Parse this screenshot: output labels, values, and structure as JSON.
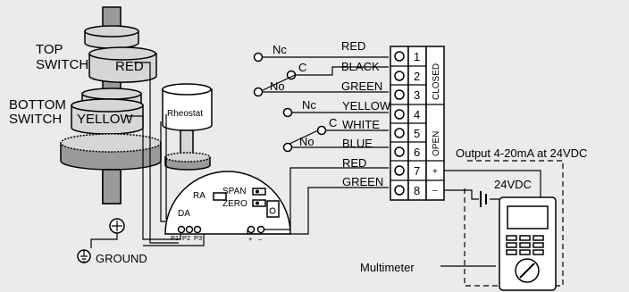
{
  "switches": {
    "top_label_line1": "TOP",
    "top_label_line2": "SWITCH",
    "top_color": "RED",
    "bottom_label_line1": "BOTTOM",
    "bottom_label_line2": "SWITCH",
    "bottom_color": "YELLOW",
    "rheostat": "Rheostat"
  },
  "contacts": {
    "nc1": "Nc",
    "c1": "C",
    "no1": "No",
    "nc2": "Nc",
    "c2": "C",
    "no2": "No"
  },
  "wires": [
    "RED",
    "BLACK",
    "GREEN",
    "YELLOW",
    "WHITE",
    "BLUE",
    "RED",
    "GREEN"
  ],
  "terminals": [
    "1",
    "2",
    "3",
    "4",
    "5",
    "6",
    "7",
    "8"
  ],
  "state_labels": {
    "closed": "CLOSED",
    "open": "OPEN"
  },
  "polarity": {
    "plus": "+",
    "minus": "–"
  },
  "board": {
    "ra": "RA",
    "da": "DA",
    "span": "SPAN",
    "zero": "ZERO",
    "p1": "P1",
    "p2": "P2",
    "p3": "P3",
    "plus": "+",
    "minus": "–"
  },
  "output": {
    "title": "Output 4-20mA at 24VDC",
    "supply": "24VDC",
    "multimeter": "Multimeter"
  },
  "ground": "GROUND"
}
